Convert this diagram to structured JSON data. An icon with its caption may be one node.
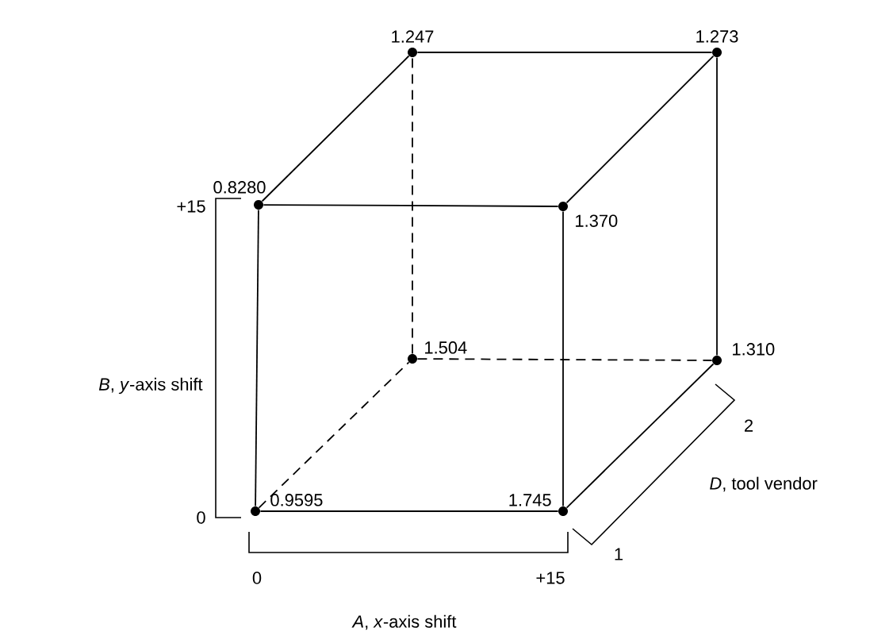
{
  "diagram": {
    "nodes": [
      {
        "text": [],
        "shape": "circle",
        "beside": [
          "0.9595"
        ]
      },
      {
        "text": [],
        "shape": "circle",
        "beside": [
          "1.745"
        ]
      },
      {
        "text": [],
        "shape": "circle",
        "beside": [
          "0.8280"
        ]
      },
      {
        "text": [],
        "shape": "circle",
        "beside": [
          "1.370"
        ]
      },
      {
        "text": [],
        "shape": "circle",
        "beside": [
          "1.504"
        ]
      },
      {
        "text": [],
        "shape": "circle",
        "beside": [
          "1.310"
        ]
      },
      {
        "text": [],
        "shape": "circle",
        "beside": [
          "1.247"
        ]
      },
      {
        "text": [],
        "shape": "circle",
        "beside": [
          "1.273"
        ]
      }
    ],
    "edges": [
      {
        "from": 0,
        "to": 1,
        "arrow": "none"
      },
      {
        "from": 0,
        "to": 2,
        "arrow": "none"
      },
      {
        "from": 1,
        "to": 3,
        "arrow": "none"
      },
      {
        "from": 2,
        "to": 3,
        "arrow": "none"
      },
      {
        "from": 2,
        "to": 6,
        "arrow": "none"
      },
      {
        "from": 3,
        "to": 7,
        "arrow": "none"
      },
      {
        "from": 6,
        "to": 7,
        "arrow": "none"
      },
      {
        "from": 7,
        "to": 5,
        "arrow": "none"
      },
      {
        "from": 1,
        "to": 5,
        "arrow": "none"
      },
      {
        "from": 0,
        "to": 4,
        "arrow": "none",
        "style": "dashed"
      },
      {
        "from": 4,
        "to": 5,
        "arrow": "none",
        "style": "dashed"
      },
      {
        "from": 4,
        "to": 6,
        "arrow": "none",
        "style": "dashed"
      }
    ],
    "labels": [
      "+15",
      "*B*, *y*-axis shift",
      "0",
      "0",
      "+15",
      "*A*, *x*-axis shift",
      "2",
      "1",
      "*D*, tool vendor"
    ]
  }
}
